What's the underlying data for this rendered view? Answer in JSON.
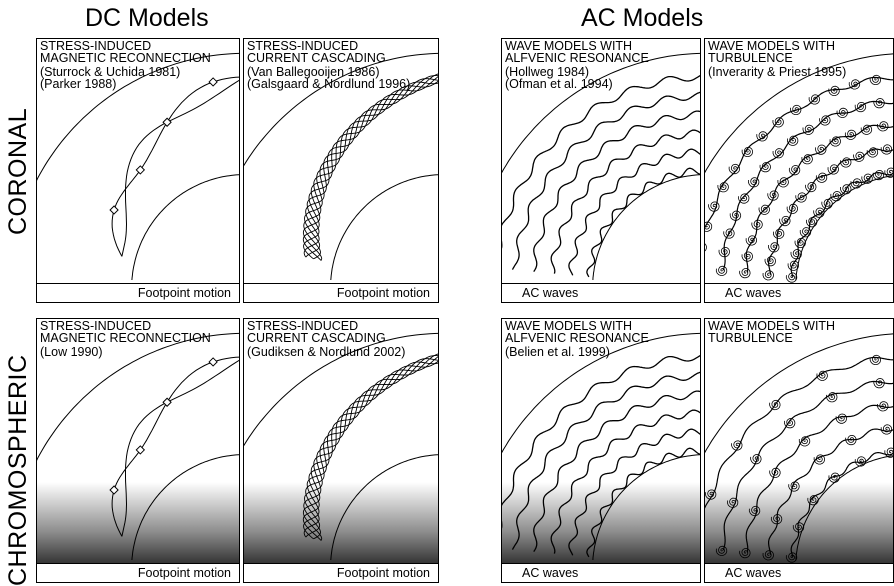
{
  "headers": {
    "dc": "DC Models",
    "ac": "AC Models"
  },
  "rows": {
    "coronal": "CORONAL",
    "chromospheric": "CHROMOSPHERIC"
  },
  "panels": [
    {
      "title": "STRESS-INDUCED\nMAGNETIC RECONNECTION",
      "refs": "(Sturrock & Uchida 1981)\n(Parker 1988)",
      "footer": "Footpoint motion"
    },
    {
      "title": "STRESS-INDUCED\nCURRENT CASCADING",
      "refs": "(Van Ballegooijen 1986)\n(Galsgaard & Nordlund 1996)",
      "footer": "Footpoint motion"
    },
    {
      "title": "WAVE MODELS WITH\nALFVENIC RESONANCE",
      "refs": "(Hollweg 1984)\n(Ofman et al. 1994)",
      "footer": "AC waves"
    },
    {
      "title": "WAVE MODELS WITH\nTURBULENCE",
      "refs": "(Inverarity & Priest 1995)",
      "footer": "AC waves"
    },
    {
      "title": "STRESS-INDUCED\nMAGNETIC RECONNECTION",
      "refs": "(Low 1990)",
      "footer": "Footpoint motion"
    },
    {
      "title": "STRESS-INDUCED\nCURRENT CASCADING",
      "refs": "(Gudiksen & Nordlund 2002)",
      "footer": "Footpoint motion"
    },
    {
      "title": "WAVE MODELS WITH\nALFVENIC RESONANCE",
      "refs": "(Belien et al. 1999)",
      "footer": "AC waves"
    },
    {
      "title": "WAVE MODELS WITH\nTURBULENCE",
      "refs": "",
      "footer": "AC waves"
    }
  ]
}
